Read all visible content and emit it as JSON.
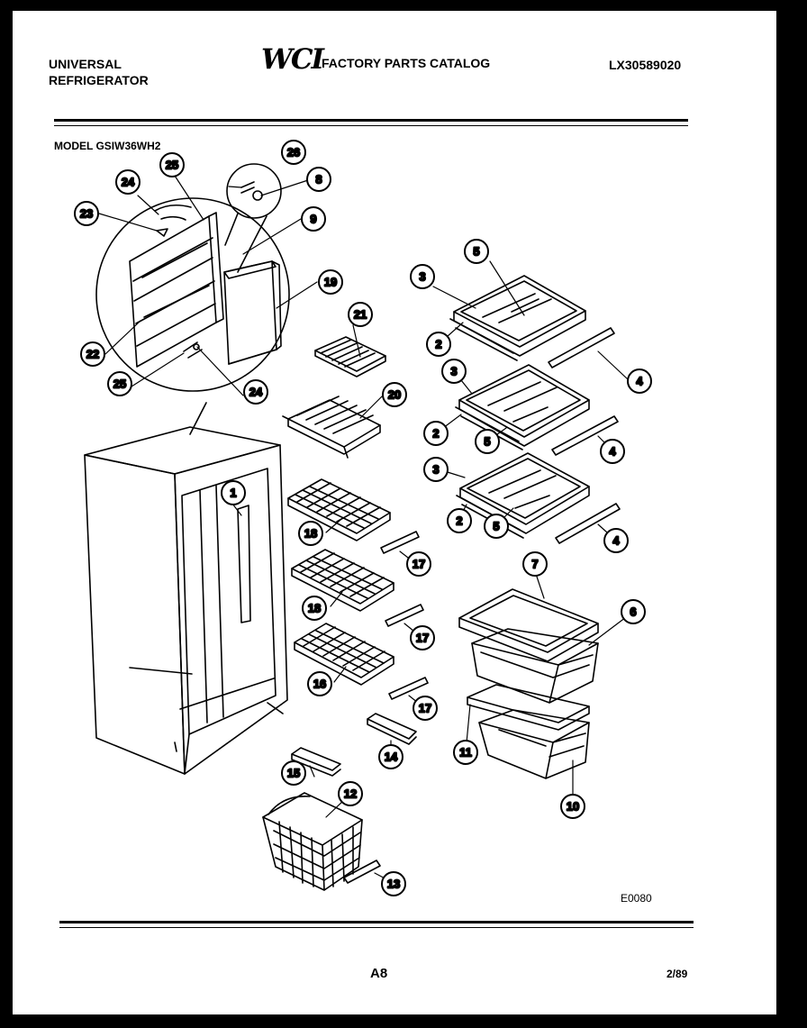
{
  "header": {
    "brand_line1": "UNIVERSAL",
    "brand_line2": "REFRIGERATOR",
    "logo_text": "WCI",
    "catalog_title": "FACTORY PARTS CATALOG",
    "catalog_number": "LX30589020"
  },
  "model": "MODEL GSIW36WH2",
  "figure_code": "E0080",
  "page_number": "A8",
  "date_code": "2/89",
  "callouts": [
    "1",
    "2",
    "2",
    "2",
    "3",
    "3",
    "3",
    "4",
    "4",
    "4",
    "5",
    "5",
    "5",
    "6",
    "7",
    "8",
    "9",
    "10",
    "11",
    "12",
    "13",
    "14",
    "15",
    "16",
    "17",
    "17",
    "17",
    "18",
    "18",
    "19",
    "20",
    "21",
    "22",
    "23",
    "24",
    "24",
    "25",
    "25",
    "26"
  ]
}
